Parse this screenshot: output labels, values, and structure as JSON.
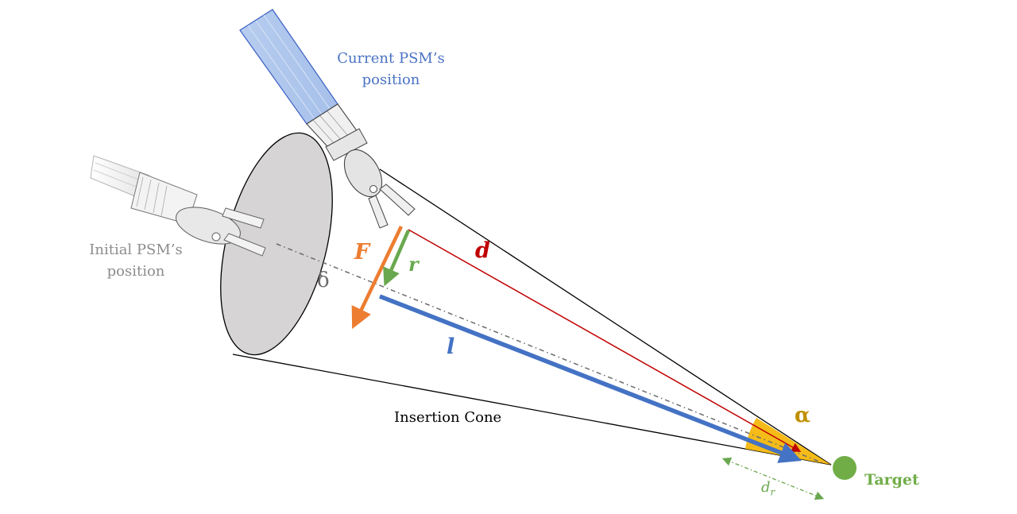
{
  "labels": {
    "current_psm": [
      "Current PSM’s",
      "position"
    ],
    "initial_psm": [
      "Initial PSM’s",
      "position"
    ],
    "insertion_cone": "Insertion Cone",
    "target": "Target"
  },
  "symbols": {
    "F": "F",
    "r": "r",
    "d": "d",
    "l": "l",
    "delta": "δ",
    "alpha": "α",
    "d_r": "d",
    "d_r_sub": "r"
  },
  "colors": {
    "current_psm": "#4a72c4",
    "initial_psm": "#8c8c8c",
    "force": "#ed7d31",
    "r_vector": "#6aa84f",
    "d_vector": "#c00000",
    "l_vector": "#4472c4",
    "alpha": "#bf9000",
    "alpha_fill": "#f4b400",
    "target": "#70ad47",
    "cone_base": "#d6d4d5",
    "delta": "#6b6b6b"
  }
}
